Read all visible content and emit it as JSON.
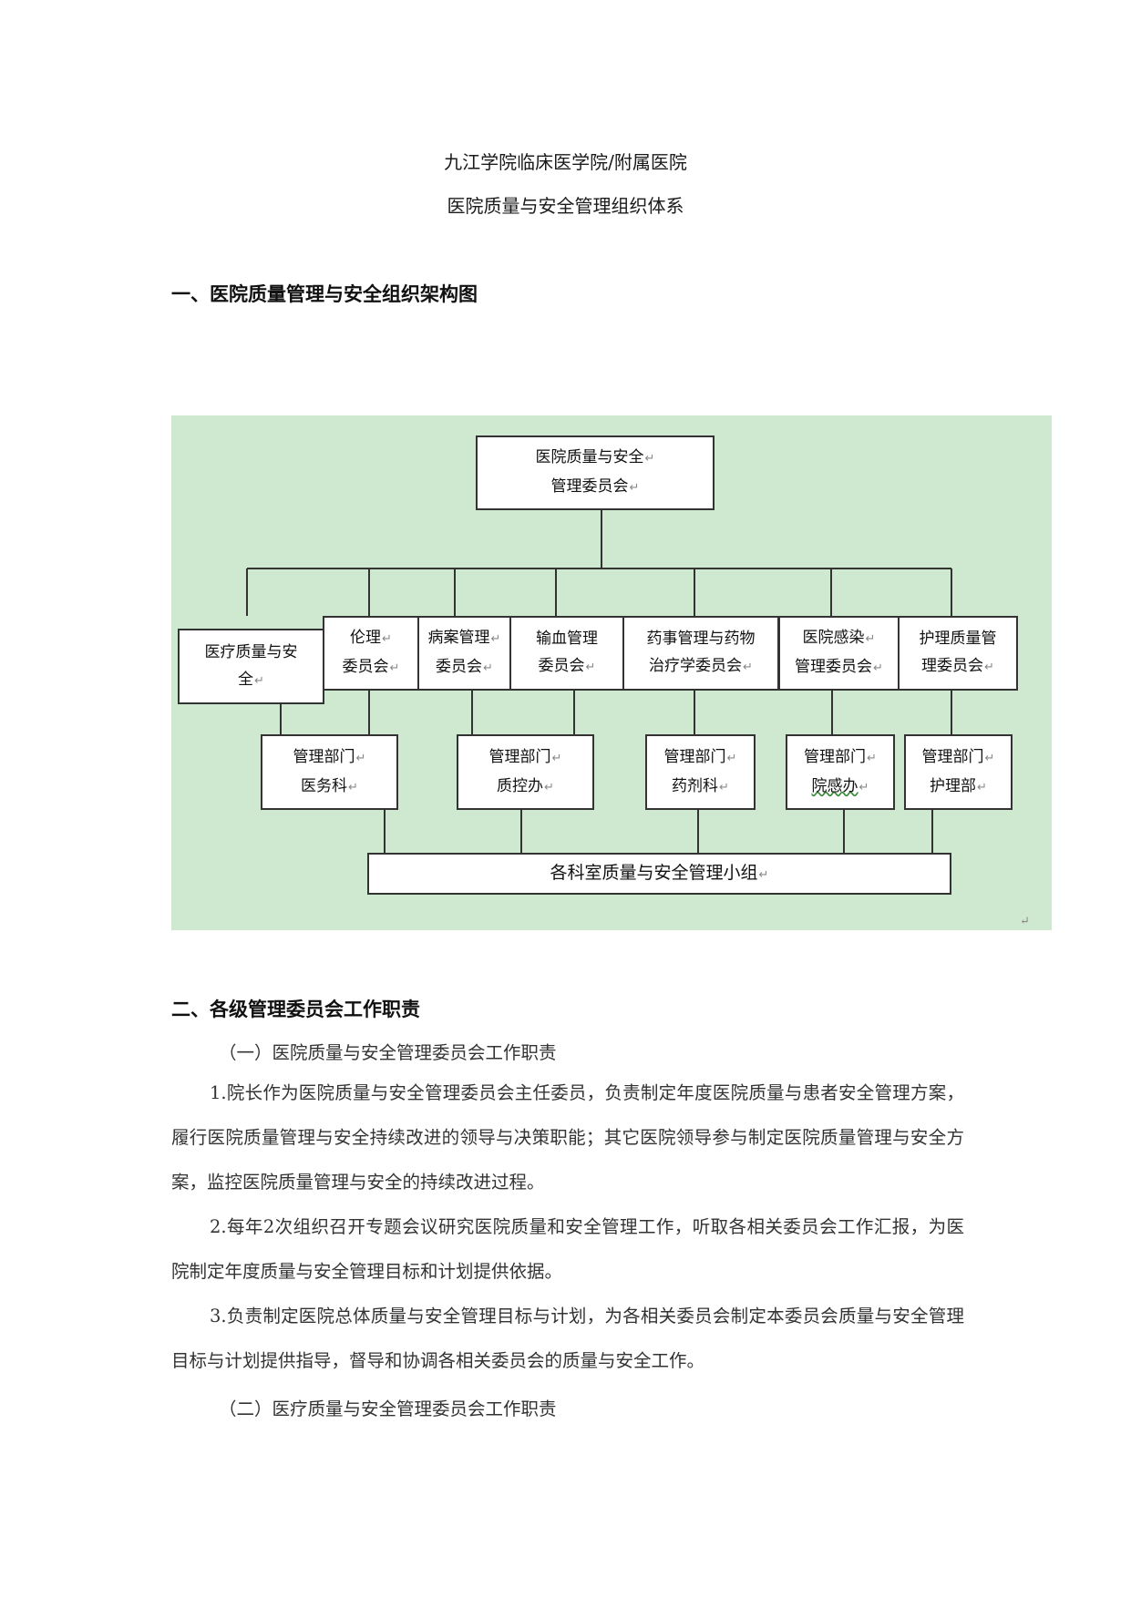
{
  "header": {
    "title_line1": "九江学院临床医学院/附属医院",
    "title_line2": "医院质量与安全管理组织体系"
  },
  "section1": {
    "heading": "一、医院质量管理与安全组织架构图"
  },
  "org_chart": {
    "return_mark": "↵",
    "top": {
      "line1": "医院质量与安全",
      "line2": "管理委员会"
    },
    "committees": [
      {
        "line1": "医疗质量与安",
        "line2": "全"
      },
      {
        "line1": "伦理",
        "line2": "委员会"
      },
      {
        "line1": "病案管理",
        "line2": "委员会"
      },
      {
        "line1": "输血管理",
        "line2": "委员会"
      },
      {
        "line1": "药事管理与药物",
        "line2": "治疗学委员会"
      },
      {
        "line1": "医院感染",
        "line2": "管理委员会"
      },
      {
        "line1": "护理质量管",
        "line2": "理委员会"
      }
    ],
    "departments": [
      {
        "line1": "管理部门",
        "line2": "医务科"
      },
      {
        "line1": "管理部门",
        "line2": "质控办"
      },
      {
        "line1": "管理部门",
        "line2": "药剂科"
      },
      {
        "line1": "管理部门",
        "line2": "院感办"
      },
      {
        "line1": "管理部门",
        "line2": "护理部"
      }
    ],
    "bottom": {
      "label": "各科室质量与安全管理小组"
    }
  },
  "section2": {
    "heading": "二、各级管理委员会工作职责",
    "sub1": "（一）医院质量与安全管理委员会工作职责",
    "p1": "1.院长作为医院质量与安全管理委员会主任委员，负责制定年度医院质量与患者安全管理方案，履行医院质量管理与安全持续改进的领导与决策职能；其它医院领导参与制定医院质量管理与安全方案，监控医院质量管理与安全的持续改进过程。",
    "p2": "2.每年2次组织召开专题会议研究医院质量和安全管理工作，听取各相关委员会工作汇报，为医院制定年度质量与安全管理目标和计划提供依据。",
    "p3": "3.负责制定医院总体质量与安全管理目标与计划，为各相关委员会制定本委员会质量与安全管理目标与计划提供指导，督导和协调各相关委员会的质量与安全工作。",
    "sub2": "（二）医疗质量与安全管理委员会工作职责"
  }
}
